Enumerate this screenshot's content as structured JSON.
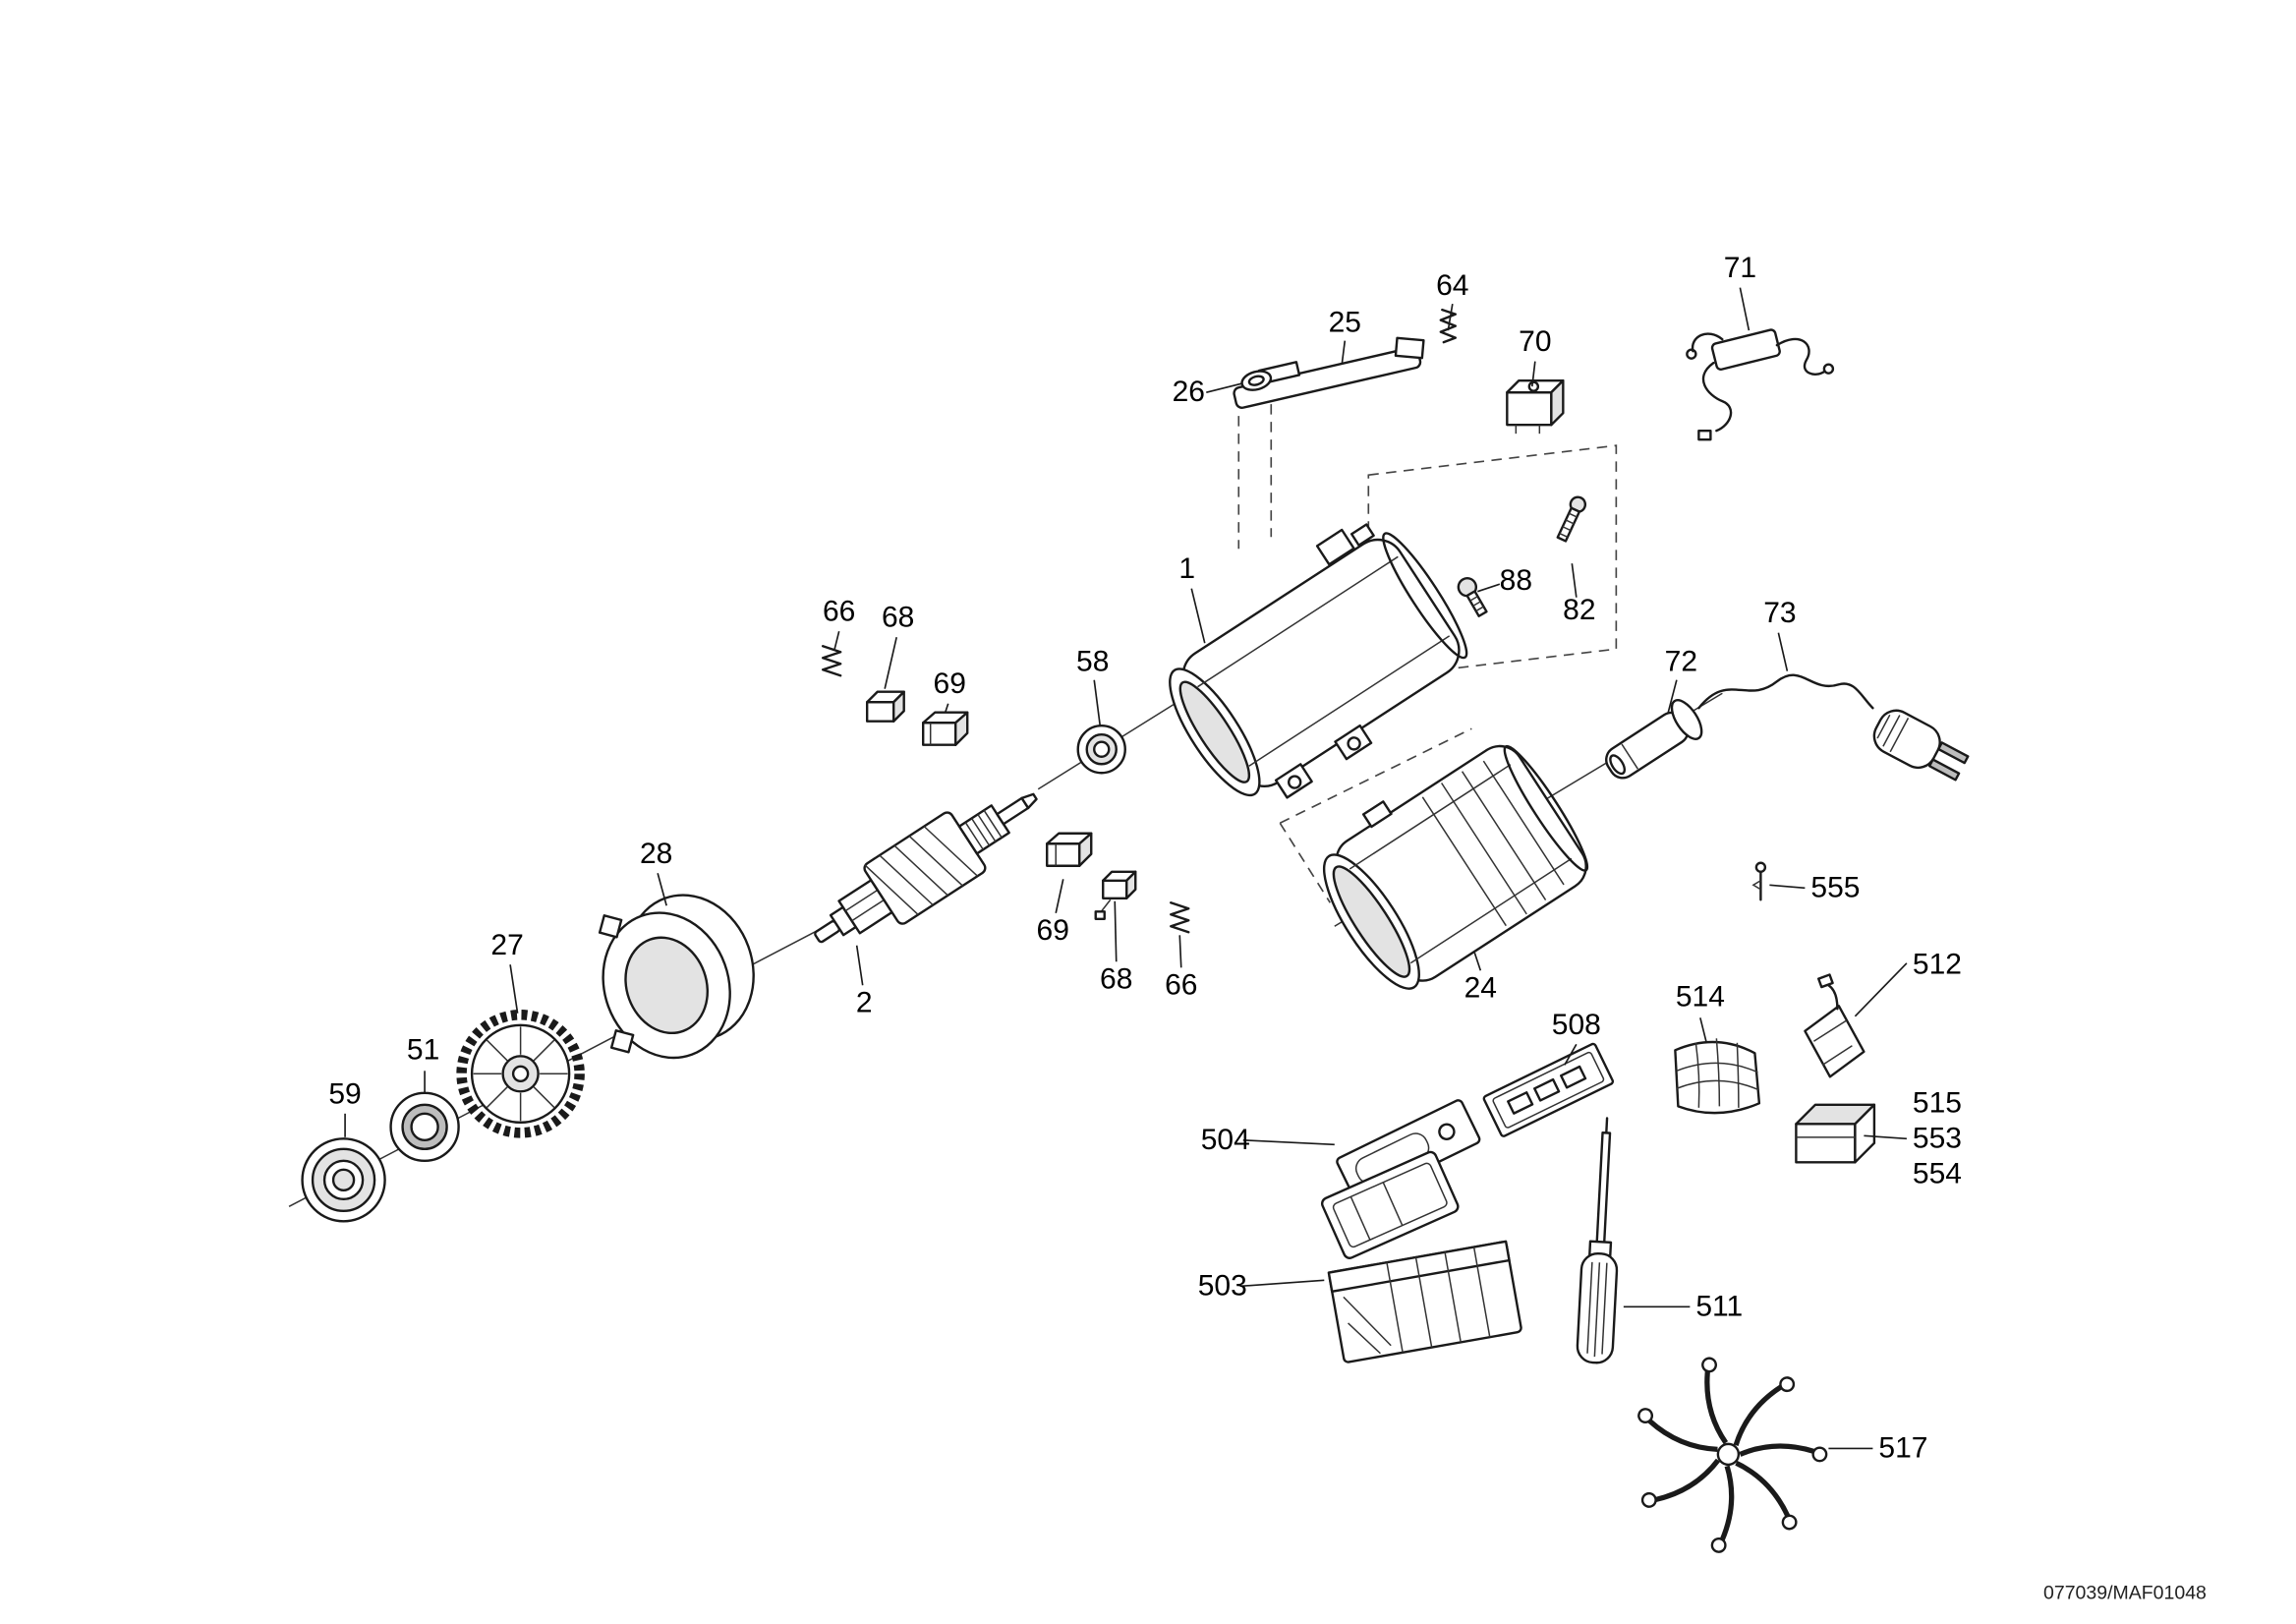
{
  "diagram": {
    "type": "exploded-parts-diagram",
    "doc_code": "077039/MAF01048"
  },
  "labels": [
    "64",
    "25",
    "26",
    "70",
    "71",
    "1",
    "88",
    "82",
    "72",
    "73",
    "66",
    "68",
    "69",
    "58",
    "28",
    "27",
    "51",
    "59",
    "2",
    "69",
    "68",
    "66",
    "24",
    "508",
    "504",
    "503",
    "514",
    "555",
    "512",
    "515",
    "553",
    "554",
    "511",
    "517"
  ]
}
